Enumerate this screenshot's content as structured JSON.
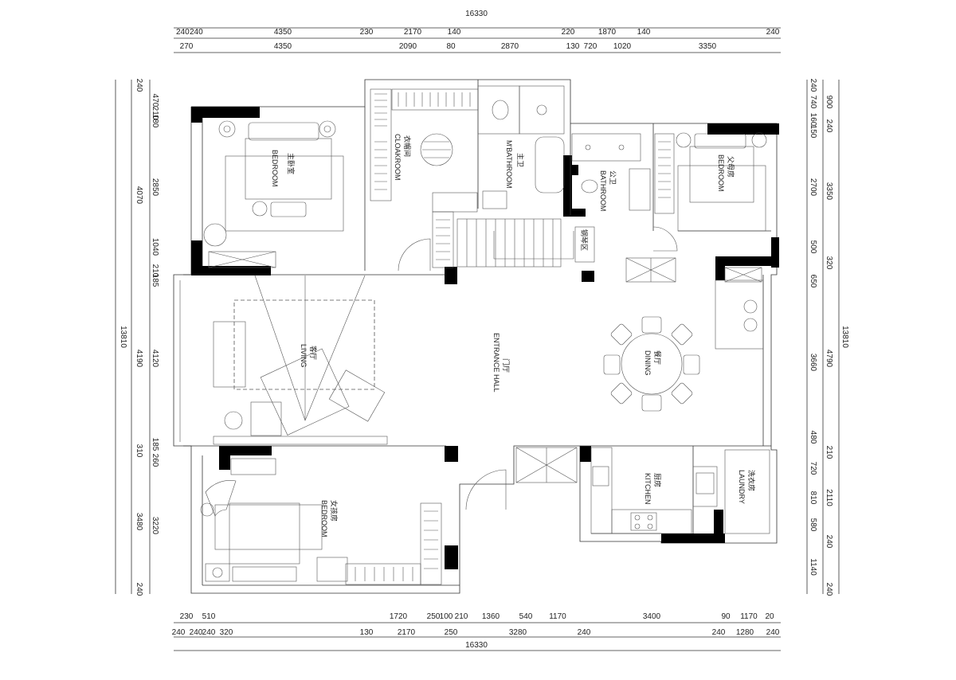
{
  "dimensions": {
    "top_total": "16330",
    "top_row1": [
      "240",
      "240",
      "4350",
      "230",
      "2170",
      "140",
      "220",
      "1870",
      "140",
      "240"
    ],
    "top_row2": [
      "270",
      "4350",
      "2090",
      "80",
      "2870",
      "130",
      "720",
      "1020",
      "3350"
    ],
    "bottom_row1": [
      "230",
      "510",
      "1720",
      "250",
      "100",
      "210",
      "1360",
      "540",
      "1170",
      "3400",
      "90",
      "1170",
      "20"
    ],
    "bottom_row2": [
      "240",
      "240",
      "240",
      "320",
      "130",
      "2170",
      "250",
      "3280",
      "240",
      "240",
      "1280",
      "240"
    ],
    "bottom_total": "16330",
    "left_outer": [
      "240",
      "4070",
      "4190",
      "310",
      "3480",
      "240"
    ],
    "left_inner": [
      "470",
      "210",
      "180",
      "2850",
      "1040",
      "210",
      "185",
      "4120",
      "185",
      "260",
      "3220"
    ],
    "left_total": "13810",
    "right_inner": [
      "240",
      "740",
      "160",
      "150",
      "2700",
      "500",
      "650",
      "3660",
      "480",
      "210",
      "720",
      "810",
      "580",
      "240",
      "1140",
      "240"
    ],
    "right_outer": [
      "900",
      "240",
      "3350",
      "320",
      "4790",
      "2110"
    ],
    "right_total": "13810"
  },
  "rooms": {
    "master_bedroom_cn": "主卧室",
    "master_bedroom_en": "BEDROOM",
    "cloakroom_cn": "衣帽间",
    "cloakroom_en": "CLOAKROOM",
    "master_bath_cn": "主卫",
    "master_bath_en": "M'BATHROOM",
    "public_bath_cn": "公卫",
    "public_bath_en": "BATHROOM",
    "elder_bedroom_cn": "父母房",
    "elder_bedroom_en": "BEDROOM",
    "living_cn": "客厅",
    "living_en": "LIVING",
    "entrance_cn": "门厅",
    "entrance_en": "ENTRANCE HALL",
    "dining_cn": "餐厅",
    "dining_en": "DINING",
    "child_bedroom_cn": "女孩房",
    "child_bedroom_en": "BEDROOM",
    "kitchen_cn": "厨房",
    "kitchen_en": "KITCHEN",
    "laundry_cn": "洗衣房",
    "laundry_en": "LAUNDRY",
    "piano_cn": "钢琴区"
  }
}
